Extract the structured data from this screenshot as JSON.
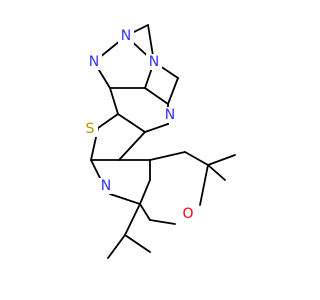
{
  "molecule": {
    "colors": {
      "bond": "#000000",
      "N": "#3333ff",
      "S": "#b29900",
      "O": "#ff0000"
    },
    "atoms": {
      "n_triazole_top": "N",
      "n_triazole_left": "N",
      "n_triazole_bridge": "N",
      "n_pyrimidine": "N",
      "s_thiophene": "S",
      "n_pyridine": "N",
      "o_pyran": "O"
    }
  }
}
